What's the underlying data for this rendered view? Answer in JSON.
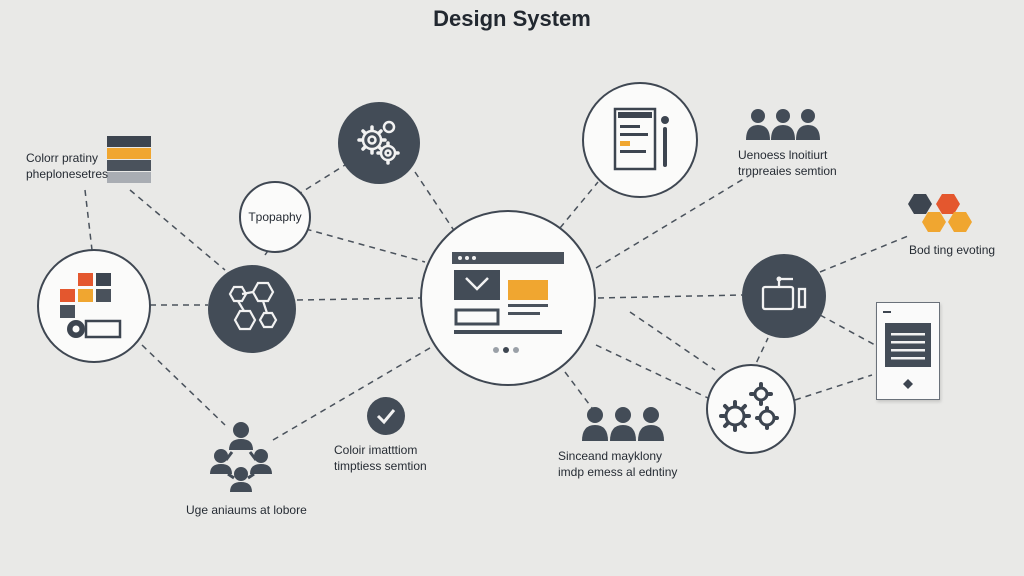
{
  "title": "Design System",
  "nodes": {
    "typography": {
      "label": "Tpopaphy"
    }
  },
  "labels": {
    "color_palette": [
      "Colorr pratiny",
      "pheplonesetres"
    ],
    "users_top": [
      "Uenoess lnoitiurt",
      "trnpreaies semtion"
    ],
    "bod_voting": "Bod ting evoting",
    "color_check": [
      "Coloir imatttiom",
      "timptiess semtion"
    ],
    "users_bottom": [
      "Sinceand mayklony",
      "imdp emess al edntiny"
    ],
    "usage": "Uge aniaums at lobore"
  },
  "colors": {
    "background": "#e9e9e7",
    "dark": "#434c57",
    "accent_orange": "#f0a630",
    "accent_red": "#e4572e",
    "line": "#4a525c"
  },
  "icons": {
    "palette_swatch": "color-swatch-stack-icon",
    "palette_grid": "color-grid-icon",
    "gear": "gears-icon",
    "hexagon": "hexagon-network-icon",
    "central": "ui-window-layout-icon",
    "document": "document-with-pen-icon",
    "users": "user-group-icon",
    "hexagon_cluster": "hexagon-cluster-icon",
    "device": "device-panel-icon",
    "check": "check-circle-icon",
    "users_tree": "user-hierarchy-icon",
    "settings": "settings-gears-icon",
    "doc_card": "document-card-icon"
  }
}
